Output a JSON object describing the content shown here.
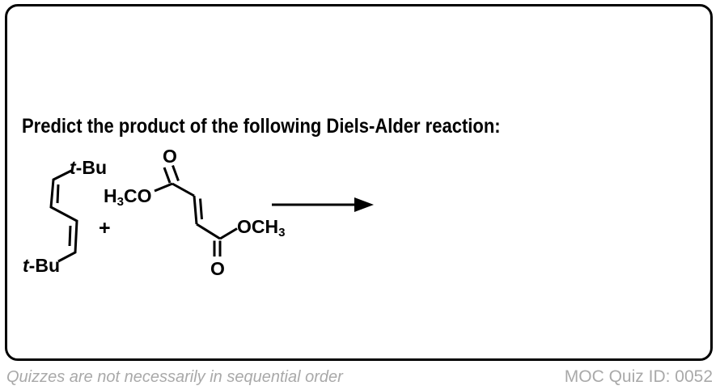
{
  "title": "Predict the product of the following Diels-Alder reaction:",
  "scheme": {
    "diene": {
      "tbu_top": {
        "italic": "t",
        "rest": "-Bu"
      },
      "tbu_bottom": {
        "italic": "t",
        "rest": "-Bu"
      }
    },
    "plus": "+",
    "dienophile": {
      "top_o": "O",
      "bottom_o": "O",
      "left_methoxy": {
        "h": "H",
        "sub": "3",
        "co": "CO"
      },
      "right_methoxy": {
        "och": "OCH",
        "sub": "3"
      }
    }
  },
  "footer": {
    "note": "Quizzes are not necessarily in sequential order",
    "quiz_id": "MOC Quiz ID: 0052"
  },
  "colors": {
    "ink": "#000000",
    "muted_gray": "#a9a9a9",
    "background": "#ffffff"
  }
}
